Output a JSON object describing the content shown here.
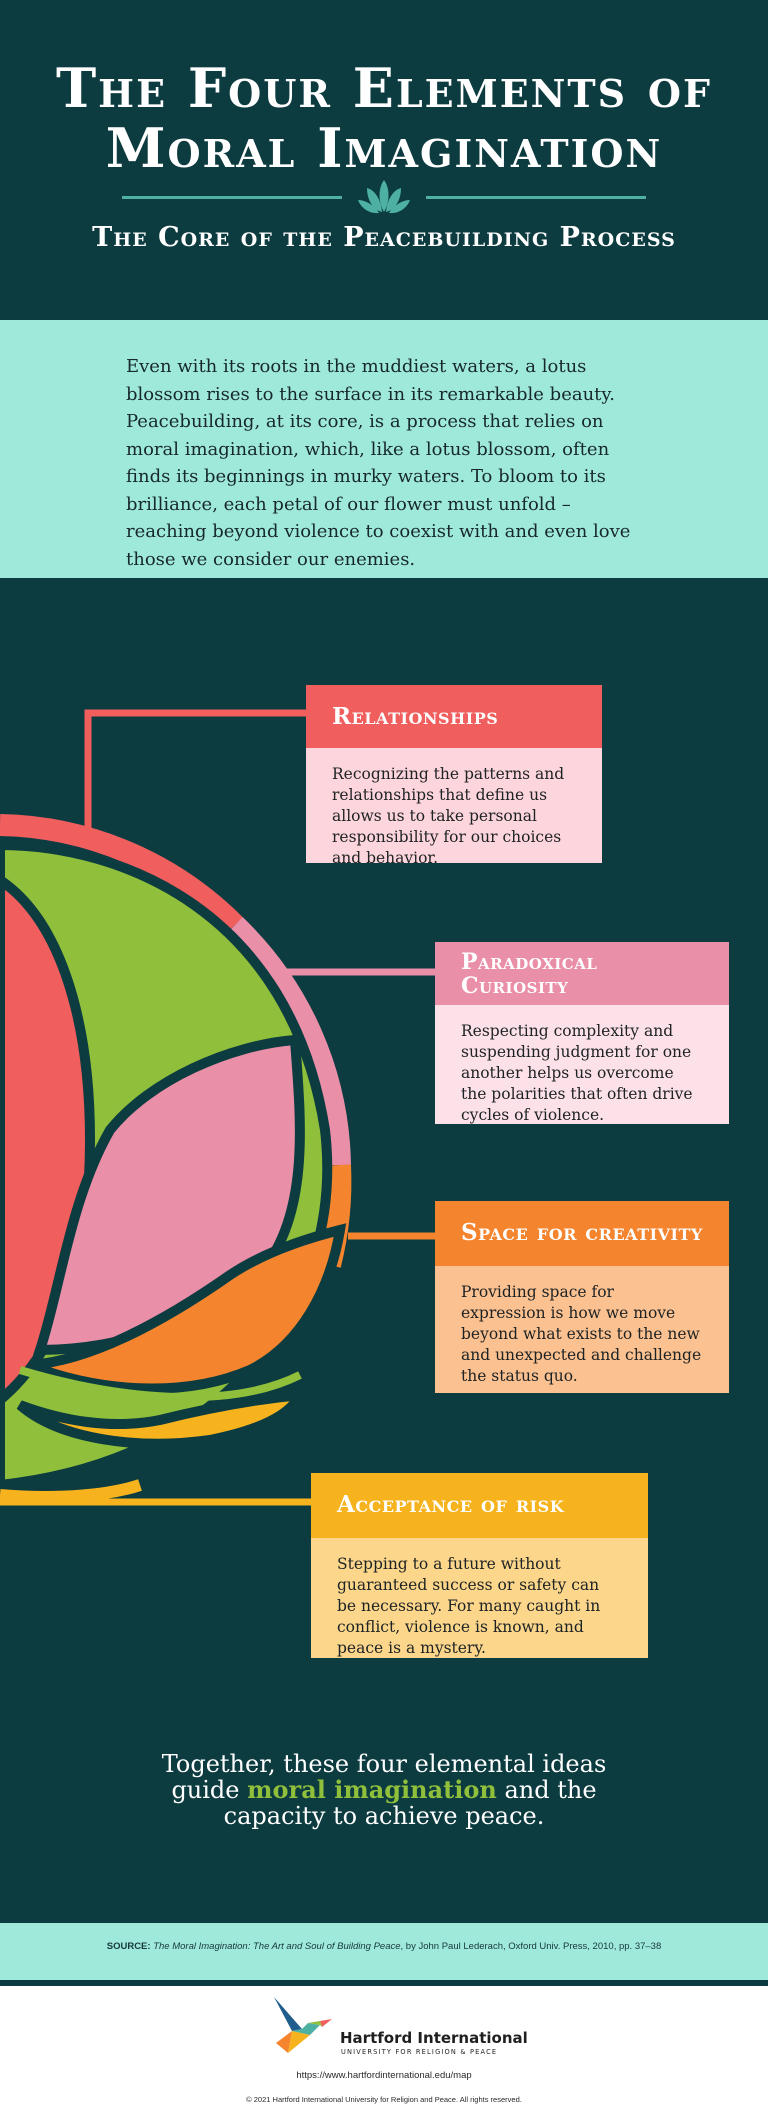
{
  "header": {
    "title_line1": "The Four Elements of",
    "title_line2": "Moral Imagination",
    "subtitle": "The Core of the Peacebuilding Process",
    "lotus_icon": "lotus-icon"
  },
  "intro": {
    "text": "Even with its roots in the muddiest waters, a lotus blossom rises to the surface in its remarkable beauty. Peacebuilding, at its core, is a process that relies on moral imagination, which, like a lotus blossom, often finds its beginnings in murky waters. To bloom to its brilliance, each petal of our flower must unfold – reaching beyond violence to coexist with and even love those we consider our enemies."
  },
  "elements": {
    "relationships": {
      "title": "Relationships",
      "body": "Recognizing the patterns and relationships that define us allows us to take personal responsibility for our choices and behavior.",
      "color": "#f05e5e"
    },
    "paradoxical_curiosity": {
      "title_line1": "Paradoxical",
      "title_line2": "Curiosity",
      "body": "Respecting complexity and suspending judgment for one another helps us overcome the polarities that often drive cycles of violence.",
      "color": "#ea8fa8"
    },
    "space_for_creativity": {
      "title": "Space for creativity",
      "body": "Providing space for expression is how we move beyond what exists to the new and unexpected and challenge the status quo.",
      "color": "#f4852e"
    },
    "acceptance_of_risk": {
      "title": "Acceptance of risk",
      "body": "Stepping to a future without guaranteed success or safety can be necessary. For many caught in conflict, violence is known, and peace is a mystery.",
      "color": "#f6b31d"
    }
  },
  "closing": {
    "line1": "Together, these four elemental ideas",
    "line2_prefix": "guide ",
    "highlight": "moral imagination",
    "line2_suffix": " and the",
    "line3": "capacity to achieve peace."
  },
  "source": {
    "label": "SOURCE:",
    "title": "The Moral Imagination: The Art and Soul of Building Peace",
    "rest": ", by John Paul Lederach, Oxford Univ. Press, 2010, pp. 37–38"
  },
  "footer": {
    "logo_name": "Hartford International",
    "logo_sub": "UNIVERSITY FOR RELIGION & PEACE",
    "url": "https://www.hartfordinternational.edu/map",
    "copyright": "© 2021 Hartford International University for Religion and Peace. All rights reserved.",
    "logo_icon": "bird-icon"
  },
  "colors": {
    "background": "#0c3b40",
    "band": "#9fe9db",
    "green_petal": "#8fbf3b",
    "teal_accent": "#4db0a3"
  }
}
